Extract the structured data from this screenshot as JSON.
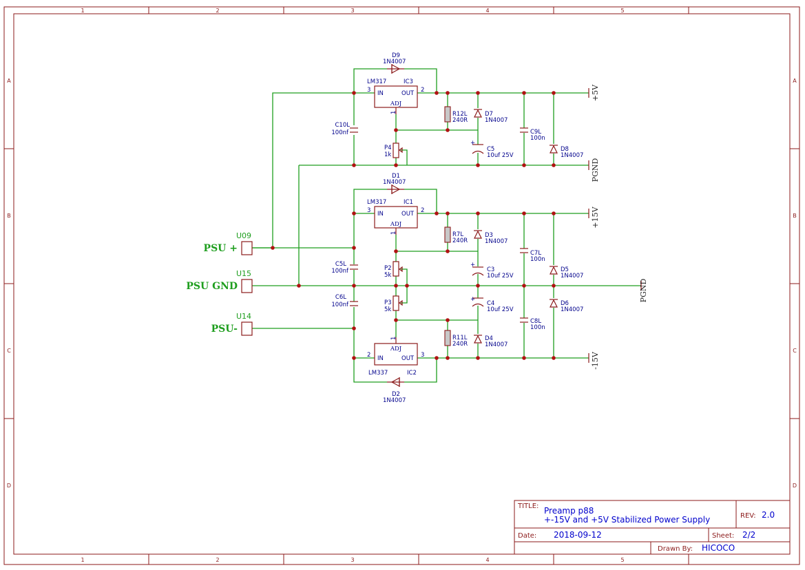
{
  "frame": {
    "col_labels": [
      "1",
      "2",
      "3",
      "4",
      "5"
    ],
    "row_labels": [
      "A",
      "B",
      "C",
      "D"
    ]
  },
  "connectors": [
    {
      "ref": "U09",
      "label": "PSU +"
    },
    {
      "ref": "U15",
      "label": "PSU GND"
    },
    {
      "ref": "U14",
      "label": "PSU-"
    }
  ],
  "components": {
    "D9": {
      "ref": "D9",
      "value": "1N4007"
    },
    "IC3": {
      "part": "LM317",
      "ref": "IC3",
      "pin_in": "3",
      "pin_out": "2",
      "pin_adj": "1",
      "in": "IN",
      "out": "OUT",
      "adj": "ADJ"
    },
    "C10L": {
      "ref": "C10L",
      "value": "100nf"
    },
    "P4": {
      "ref": "P4",
      "value": "1k"
    },
    "R12L": {
      "ref": "R12L",
      "value": "240R"
    },
    "D7": {
      "ref": "D7",
      "value": "1N4007"
    },
    "C5": {
      "ref": "C5",
      "value": "10uf 25V"
    },
    "C9L": {
      "ref": "C9L",
      "value": "100n"
    },
    "D8": {
      "ref": "D8",
      "value": "1N4007"
    },
    "D1": {
      "ref": "D1",
      "value": "1N4007"
    },
    "IC1": {
      "part": "LM317",
      "ref": "IC1",
      "pin_in": "3",
      "pin_out": "2",
      "pin_adj": "1",
      "in": "IN",
      "out": "OUT",
      "adj": "ADJ"
    },
    "R7L": {
      "ref": "R7L",
      "value": "240R"
    },
    "D3": {
      "ref": "D3",
      "value": "1N4007"
    },
    "C5L": {
      "ref": "C5L",
      "value": "100nf"
    },
    "P2": {
      "ref": "P2",
      "value": "5k"
    },
    "C3": {
      "ref": "C3",
      "value": "10uf 25V"
    },
    "C7L": {
      "ref": "C7L",
      "value": "100n"
    },
    "D5": {
      "ref": "D5",
      "value": "1N4007"
    },
    "C6L": {
      "ref": "C6L",
      "value": "100nf"
    },
    "P3": {
      "ref": "P3",
      "value": "5k"
    },
    "C4": {
      "ref": "C4",
      "value": "10uf 25V"
    },
    "D6": {
      "ref": "D6",
      "value": "1N4007"
    },
    "C8L": {
      "ref": "C8L",
      "value": "100n"
    },
    "R11L": {
      "ref": "R11L",
      "value": "240R"
    },
    "D4": {
      "ref": "D4",
      "value": "1N4007"
    },
    "IC2": {
      "part": "LM337",
      "ref": "IC2",
      "pin_in": "2",
      "pin_out": "3",
      "pin_adj": "1",
      "in": "IN",
      "out": "OUT",
      "adj": "ADJ"
    },
    "D2": {
      "ref": "D2",
      "value": "1N4007"
    }
  },
  "power_flags": {
    "p5v": "+5V",
    "pgnd_top": "PGND",
    "p15v": "+15V",
    "pgnd_mid": "PGND",
    "m15v": "-15V"
  },
  "title_block": {
    "title_label": "TITLE:",
    "title_line1": "Preamp p88",
    "title_line2": "+-15V and +5V Stabilized Power Supply",
    "rev_label": "REV:",
    "rev": "2.0",
    "date_label": "Date:",
    "date": "2018-09-12",
    "sheet_label": "Sheet:",
    "sheet": "2/2",
    "drawn_label": "Drawn By:",
    "drawn_by": "HICOCO"
  }
}
